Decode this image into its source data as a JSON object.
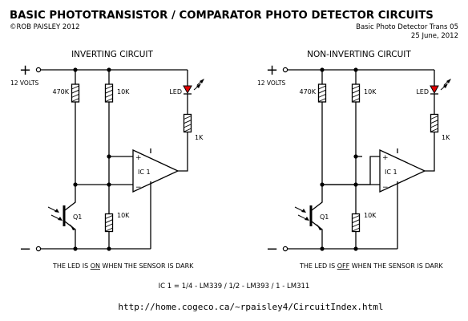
{
  "header": {
    "title": "BASIC PHOTOTRANSISTOR / COMPARATOR PHOTO DETECTOR CIRCUITS",
    "copyright": "©ROB PAISLEY 2012",
    "doc_name": "Basic Photo Detector Trans 05",
    "date": "25 June, 2012"
  },
  "circuits": [
    {
      "title": "INVERTING CIRCUIT",
      "supply_plus": "+",
      "supply_label": "12 VOLTS",
      "supply_minus": "−",
      "r_sensor": "470K",
      "r_div_top": "10K",
      "r_div_bottom": "10K",
      "r_led": "1K",
      "led_label": "LED",
      "ic_label": "IC 1",
      "transistor_label": "Q1",
      "caption_pre": "THE LED IS ",
      "caption_key": "ON",
      "caption_post": " WHEN THE SENSOR IS DARK"
    },
    {
      "title": "NON-INVERTING CIRCUIT",
      "supply_plus": "+",
      "supply_label": "12 VOLTS",
      "supply_minus": "−",
      "r_sensor": "470K",
      "r_div_top": "10K",
      "r_div_bottom": "10K",
      "r_led": "1K",
      "led_label": "LED",
      "ic_label": "IC 1",
      "transistor_label": "Q1",
      "caption_pre": "THE LED IS ",
      "caption_key": "OFF",
      "caption_post": " WHEN THE SENSOR IS DARK"
    }
  ],
  "ic_note": "IC 1 = 1/4 - LM339  /  1/2 - LM393  /  1 - LM311",
  "url": "http://home.cogeco.ca/~rpaisley4/CircuitIndex.html",
  "colors": {
    "ink": "#000000",
    "led": "#e00000"
  }
}
